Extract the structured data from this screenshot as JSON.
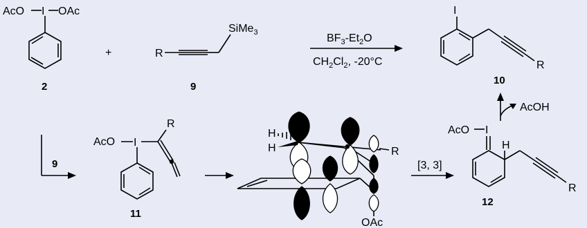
{
  "scheme": {
    "background": "#E8EBF6",
    "compounds": {
      "c2": {
        "number": "2",
        "top_left": "AcO",
        "top_right": "OAc",
        "atom": "I"
      },
      "c9": {
        "number": "9",
        "substituent": "R",
        "silyl": "SiMe",
        "silyl_sub": "3"
      },
      "c10": {
        "number": "10",
        "atom": "I",
        "substituent": "R"
      },
      "c11": {
        "number": "11",
        "left": "AcO",
        "atom": "I",
        "substituent": "R"
      },
      "c12": {
        "number": "12",
        "left": "AcO",
        "atom": "I",
        "hydrogen": "H",
        "substituent": "R"
      }
    },
    "plus": "+",
    "reaction1": {
      "reagent_parts": [
        "BF",
        "3",
        "-Et",
        "2",
        "O"
      ],
      "solvent_parts": [
        "CH",
        "2",
        "Cl",
        "2",
        ", -20°C"
      ]
    },
    "reaction2": {
      "reagent": "9"
    },
    "reaction3": {
      "label": "[3, 3]"
    },
    "elimination": {
      "byproduct": "AcOH"
    },
    "transition_state": {
      "h1": "H",
      "h2": "H",
      "substituent": "R",
      "group": "OAc"
    }
  }
}
